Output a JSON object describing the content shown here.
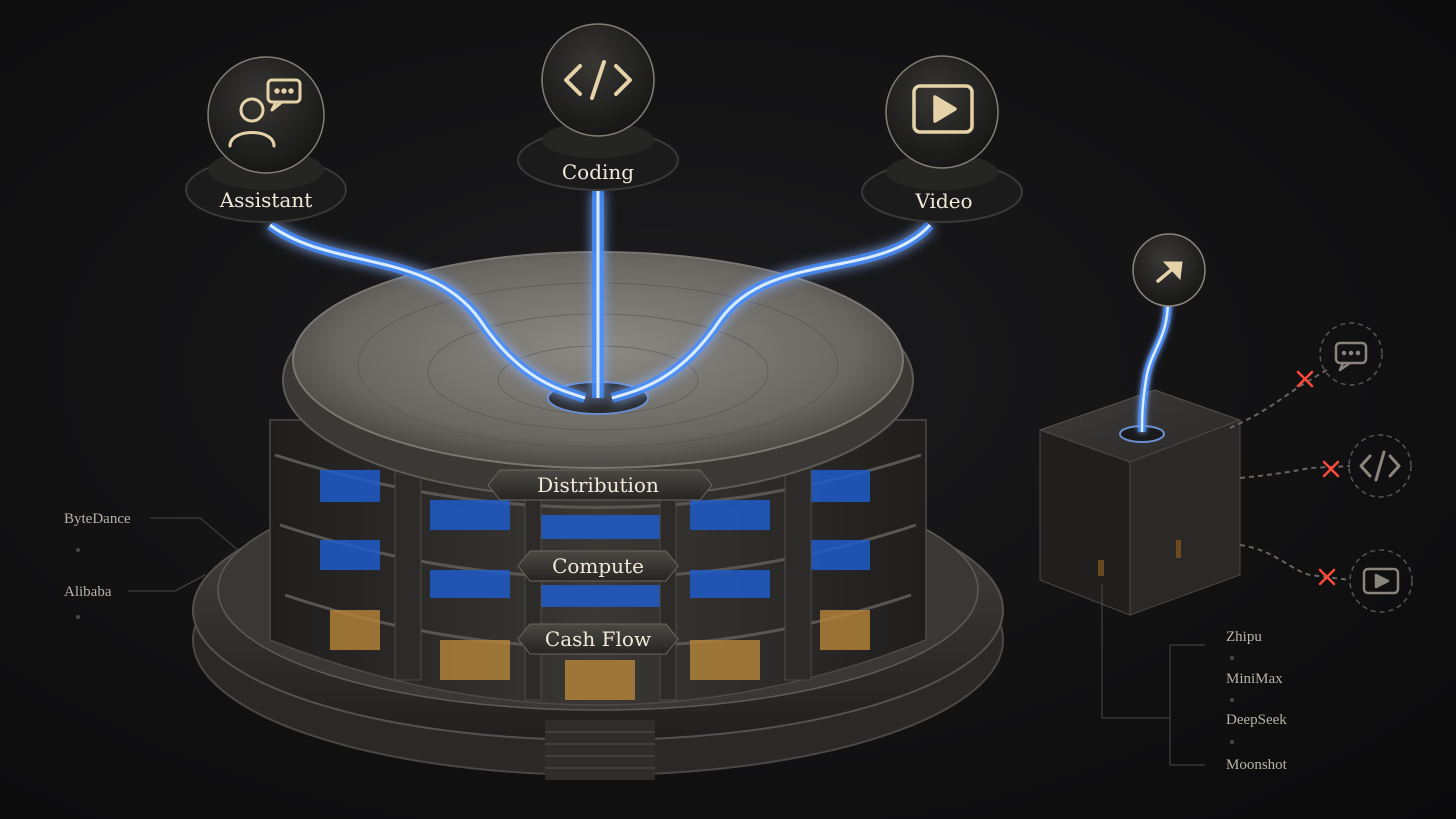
{
  "top_nodes": [
    {
      "label": "Assistant",
      "icon": "chat-person-icon"
    },
    {
      "label": "Coding",
      "icon": "code-brackets-icon"
    },
    {
      "label": "Video",
      "icon": "play-video-icon"
    }
  ],
  "tiers": {
    "distribution": "Distribution",
    "compute": "Compute",
    "cash_flow": "Cash Flow"
  },
  "left_labels": [
    "ByteDance",
    "Alibaba"
  ],
  "right_labels": [
    "Zhipu",
    "MiniMax",
    "DeepSeek",
    "Moonshot"
  ],
  "cube_node": {
    "icon": "arrow-up-right-icon"
  },
  "blocked_nodes": [
    {
      "icon": "chat-bubble-icon"
    },
    {
      "icon": "code-brackets-icon"
    },
    {
      "icon": "play-video-icon"
    }
  ],
  "colors": {
    "glow_blue": "#3d8bff",
    "glow_core": "#d8ecff",
    "accent_gold": "#e6d2a8",
    "blocked_red": "#ff4a3a",
    "stone": "#5c5a56"
  }
}
